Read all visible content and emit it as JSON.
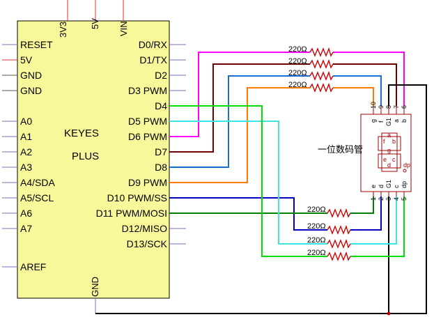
{
  "board": {
    "name_line1": "KEYES",
    "name_line2": "PLUS",
    "top_pins": [
      "3V3",
      "5V",
      "VIN"
    ],
    "bottom_pin": "GND",
    "left_pins": [
      "RESET",
      "5V",
      "GND",
      "GND",
      "A0",
      "A1",
      "A2",
      "A3",
      "A4/SDA",
      "A5/SCL",
      "A6",
      "A7",
      "AREF"
    ],
    "right_pins": [
      "D0/RX",
      "D1/TX",
      "D2",
      "D3 PWM",
      "D4",
      "D5 PWM",
      "D6 PWM",
      "D7",
      "D8",
      "D9 PWM",
      "D10 PWM/SS",
      "D11 PWM/MOSI",
      "D12/MISO",
      "D13/SCK"
    ]
  },
  "resistors": {
    "value": "220Ω"
  },
  "display": {
    "label": "一位数码管",
    "top_pin_numbers": [
      "10",
      "9",
      "8",
      "7",
      "6"
    ],
    "top_pin_names": [
      "g",
      "f",
      "G1",
      "a",
      "b"
    ],
    "bottom_pin_numbers": [
      "1",
      "2",
      "3",
      "4",
      "5"
    ],
    "bottom_pin_names": [
      "e",
      "d",
      "G1",
      "c",
      "dp"
    ],
    "segment_letters": [
      "a",
      "b",
      "c",
      "d",
      "e",
      "f",
      "g",
      "dp"
    ]
  },
  "colors": {
    "board_fill": "#f8f89a",
    "magenta": "#ff00ff",
    "darkred": "#6b0000",
    "blue": "#1a6fd6",
    "orange": "#ff7b00",
    "green": "#00cc00",
    "cyan": "#3de4e4",
    "navy": "#0000c0",
    "darkgreen": "#008000",
    "black": "#000000",
    "pin_line": "#7070c0",
    "red_pin": "#e03030",
    "resistor": "#d00000"
  }
}
